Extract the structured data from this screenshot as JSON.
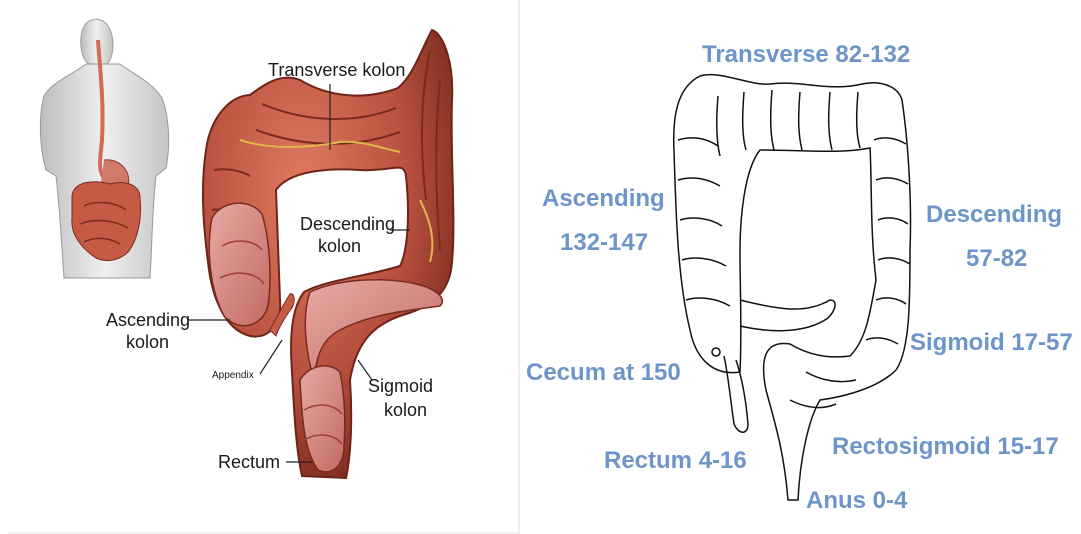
{
  "left_panel": {
    "labels": {
      "transverse": "Transverse kolon",
      "descending_line1": "Descending",
      "descending_line2": "kolon",
      "ascending_line1": "Ascending",
      "ascending_line2": "kolon",
      "appendix": "Appendix",
      "sigmoid_line1": "Sigmoid",
      "sigmoid_line2": "kolon",
      "rectum": "Rectum"
    }
  },
  "right_panel": {
    "labels": {
      "transverse": "Transverse  82-132",
      "ascending_line1": "Ascending",
      "ascending_line2": "132-147",
      "descending_line1": "Descending",
      "descending_line2": "57-82",
      "sigmoid": "Sigmoid  17-57",
      "cecum": "Cecum at 150",
      "rectosigmoid": "Rectosigmoid  15-17",
      "rectum": "Rectum  4-16",
      "anus": "Anus  0-4"
    }
  },
  "colors": {
    "label_blue": "#6d95c9",
    "colon_red": "#b8503e",
    "colon_dark": "#7a2a1e",
    "mucosa_pink": "#d98c86"
  }
}
